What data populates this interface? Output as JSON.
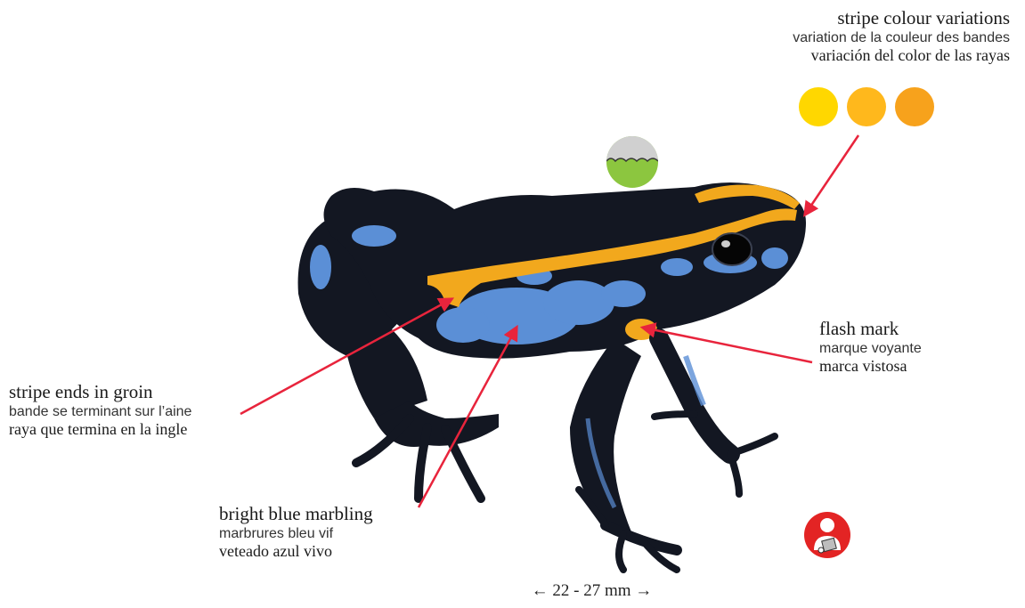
{
  "labels": {
    "stripe_colour": {
      "title": "stripe colour variations",
      "fr": "variation de la couleur des bandes",
      "es": "variación del color de las rayas"
    },
    "stripe_groin": {
      "title": "stripe ends in groin",
      "fr": "bande se terminant sur l’aine",
      "es": "raya que termina en la ingle"
    },
    "flash_mark": {
      "title": "flash mark",
      "fr": "marque voyante",
      "es": "marca vistosa"
    },
    "marbling": {
      "title": "bright blue marbling",
      "fr": "marbrures bleu vif",
      "es": "veteado azul vivo"
    },
    "size": "← 22 - 27 mm →"
  },
  "colors": {
    "swatches": [
      "#ffd700",
      "#ffb81c",
      "#f7a21c"
    ],
    "pointer": "#e8243c",
    "stripe": "#f2a81d",
    "body": "#131722",
    "marbling": "#5b8fd6",
    "habitat_top": "#d0d0d0",
    "habitat_bottom": "#8cc63f",
    "badge": "#e32424"
  },
  "icons": {
    "habitat": "habitat-icon",
    "badge": "keeper-icon"
  }
}
